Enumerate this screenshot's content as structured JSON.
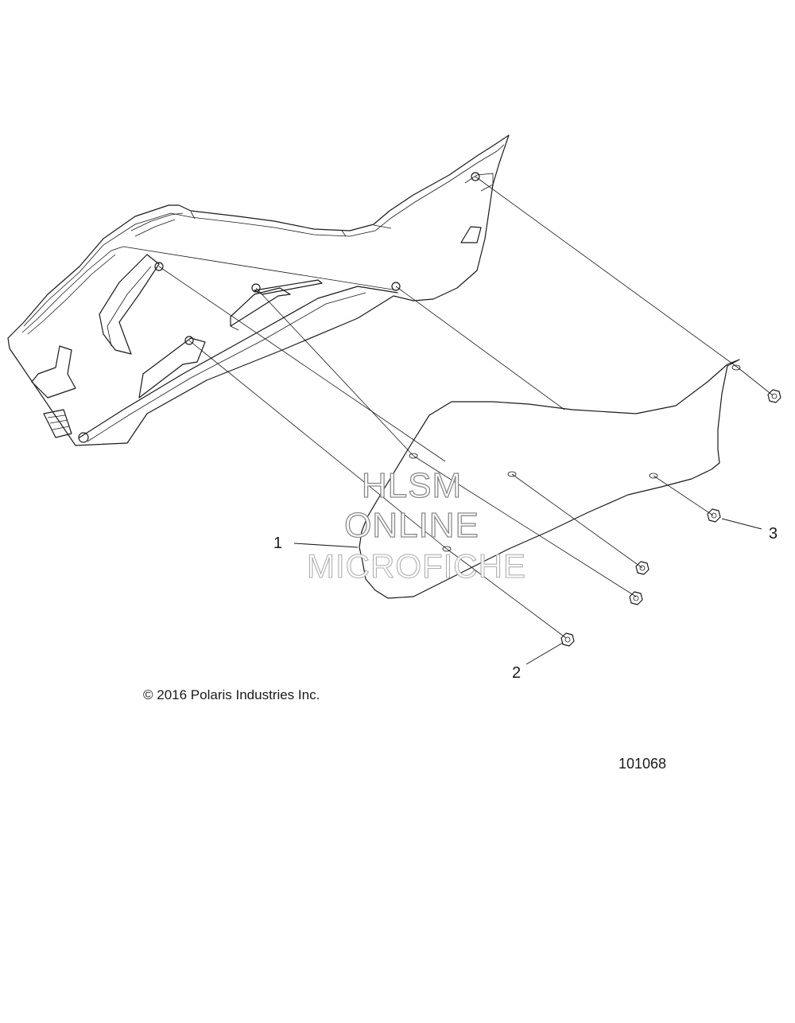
{
  "callouts": [
    {
      "id": "1",
      "label": "1"
    },
    {
      "id": "2",
      "label": "2"
    },
    {
      "id": "3",
      "label": "3"
    }
  ],
  "copyright": "© 2016 Polaris Industries Inc.",
  "drawing_number": "101068",
  "watermark": {
    "line1": "HLSM",
    "line2": "ONLINE",
    "line3": "MICROFICHE"
  }
}
